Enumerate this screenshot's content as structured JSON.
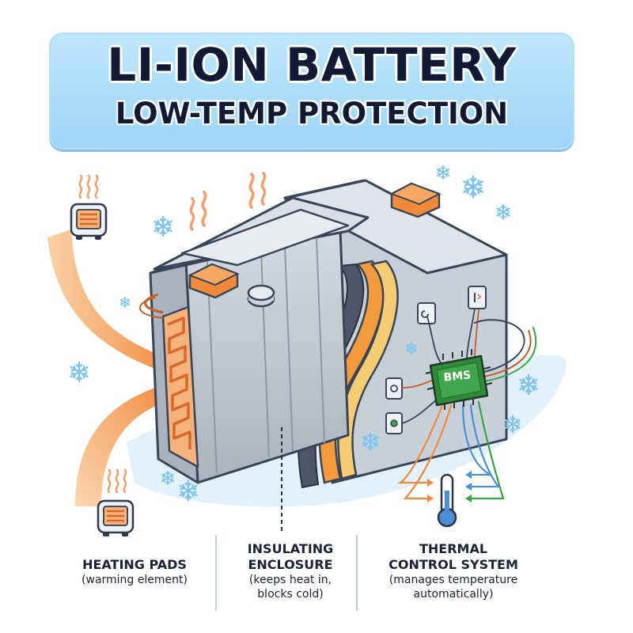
{
  "title": {
    "line1": "LI-ION BATTERY",
    "line2": "LOW-TEMP PROTECTION"
  },
  "bms_chip": {
    "label": "BMS"
  },
  "captions": [
    {
      "title": "HEATING PADS",
      "sub": [
        "(warming element)"
      ]
    },
    {
      "title": "INSULATING\nENCLOSURE",
      "sub": [
        "(keeps heat in,",
        "blocks cold)"
      ]
    },
    {
      "title": "THERMAL\nCONTROL SYSTEM",
      "sub": [
        "(manages temperature",
        "automatically)"
      ]
    }
  ],
  "icons": [
    "heater-icon",
    "snowflake-icon",
    "thermometer-icon",
    "heat-wave-icon",
    "switch-icon"
  ],
  "colors": {
    "banner": "#a9dcf7",
    "title_text": "#121a33",
    "heat_orange": "#f08a3a",
    "battery_gray": "#b9c2cc",
    "insulation_orange": "#f39a3d",
    "insulation_yellow": "#f6c96b",
    "circuit_green": "#3ca24a",
    "wire_blue": "#4b8fd6",
    "snowflake": "#7fc4ec"
  }
}
